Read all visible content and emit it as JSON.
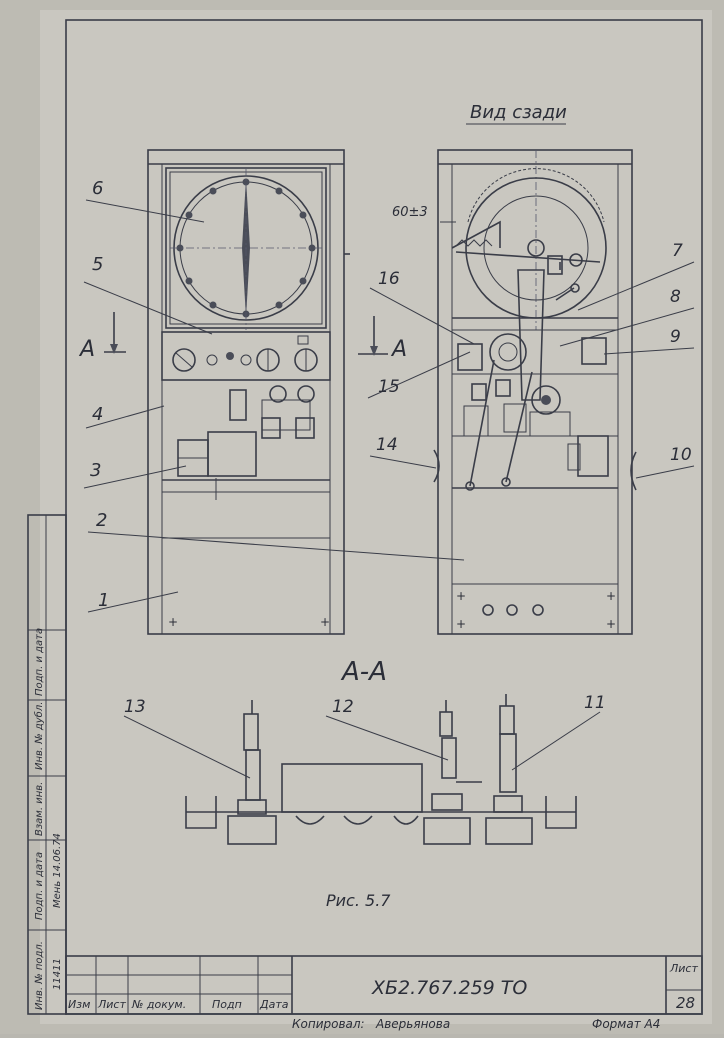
{
  "view_label": "Вид сзади",
  "section_label": "А-А",
  "section_marks": [
    "А",
    "А"
  ],
  "dimension": "60±3",
  "figure_caption": "Рис. 5.7",
  "callouts": {
    "front": [
      "6",
      "5",
      "4",
      "3",
      "2",
      "1"
    ],
    "back_left": [
      "16",
      "15",
      "14"
    ],
    "back_right": [
      "7",
      "8",
      "9",
      "10"
    ],
    "section": [
      "13",
      "12",
      "11"
    ]
  },
  "title_block": {
    "doc_number": "ХБ2.767.259 ТО",
    "sheet_label": "Лист",
    "sheet_number": "28",
    "columns": [
      "Изм",
      "Лист",
      "№ докум.",
      "Подп",
      "Дата"
    ]
  },
  "side_stamp": {
    "fields": [
      "Инв. № подл.",
      "Подп. и дата",
      "Взам. инв.",
      "Инв. № дубл.",
      "Подп. и дата"
    ],
    "signature_note": "Мень 14.06.74",
    "inv_number": "11411"
  },
  "footer": {
    "copied": "Копировал:",
    "copier": "Аверьянова",
    "format": "Формат А4"
  }
}
